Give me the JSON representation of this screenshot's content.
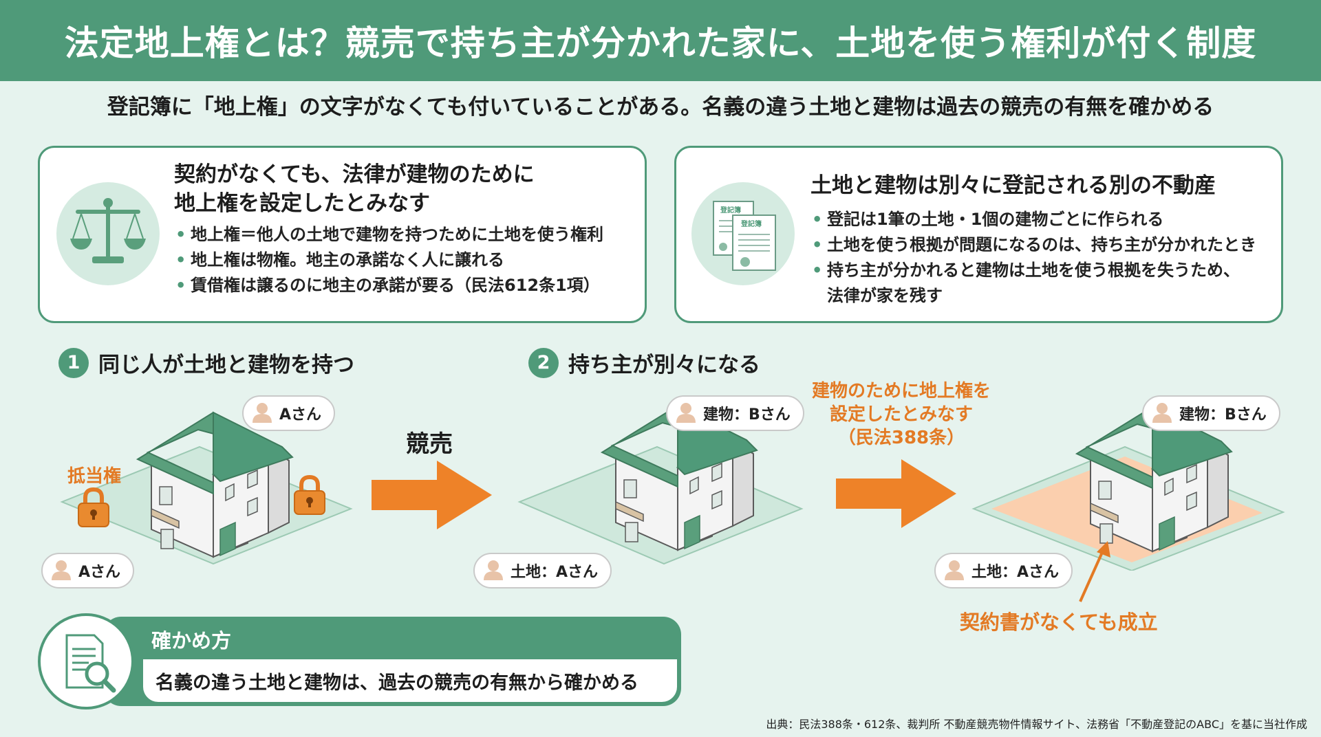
{
  "title": "法定地上権とは？競売で持ち主が分かれた家に、土地を使う権利が付く制度",
  "subtitle": "登記簿に「地上権」の文字がなくても付いていることがある。名義の違う土地と建物は過去の競売の有無を確かめる",
  "card_left": {
    "heading_line1": "契約がなくても、法律が建物のために",
    "heading_line2": "地上権を設定したとみなす",
    "bullets": [
      "地上権＝他人の土地で建物を持つために土地を使う権利",
      "地上権は物権。地主の承諾なく人に譲れる",
      "賃借権は譲るのに地主の承諾が要る（民法612条1項）"
    ],
    "icon": "scales-icon"
  },
  "card_right": {
    "heading": "土地と建物は別々に登記される別の不動産",
    "doc_label_1": "登記簿",
    "doc_label_2": "登記簿",
    "bullets": [
      "登記は1筆の土地・1個の建物ごとに作られる",
      "土地を使う根拠が問題になるのは、持ち主が分かれたとき",
      "持ち主が分かれると建物は土地を使う根拠を失うため、"
    ],
    "bullet3_cont": "法律が家を残す",
    "icon": "registry-document-icon"
  },
  "step1": {
    "num": "1",
    "label": "同じ人が土地と建物を持つ"
  },
  "step2": {
    "num": "2",
    "label": "持ち主が別々になる"
  },
  "scene1": {
    "mortgage_label": "抵当権",
    "owner_building": "Aさん",
    "owner_land": "Aさん"
  },
  "arrow1_label": "競売",
  "scene2": {
    "owner_building": "建物：Bさん",
    "owner_land": "土地：Aさん"
  },
  "legal_note": {
    "line1": "建物のために地上権を",
    "line2": "設定したとみなす",
    "line3": "（民法388条）"
  },
  "scene3": {
    "owner_building": "建物：Bさん",
    "owner_land": "土地：Aさん",
    "callout": "契約書がなくても成立"
  },
  "check": {
    "title": "確かめ方",
    "text": "名義の違う土地と建物は、過去の競売の有無から確かめる",
    "icon": "search-document-icon"
  },
  "source": "出典：民法388条・612条、裁判所 不動産競売物件情報サイト、法務省「不動産登記のABC」を基に当社作成",
  "colors": {
    "primary": "#4f9a79",
    "accent": "#e37a24",
    "background": "#e6f3ee",
    "land": "#cfe8dc",
    "land_right": "#fbcfae"
  }
}
